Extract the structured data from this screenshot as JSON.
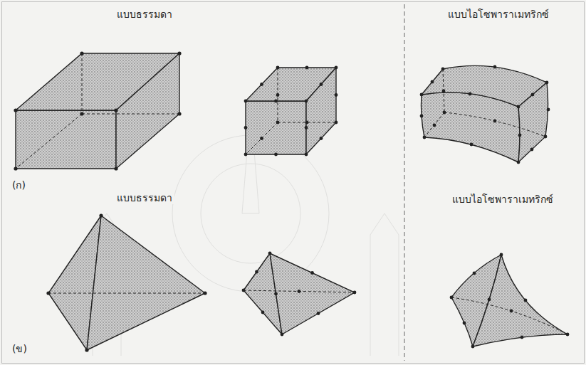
{
  "diagram": {
    "labels": [
      "แบบธรรมดา",
      "แบบไอโซพาราเมทริกซ์",
      "(ก)",
      "แบบธรรมดา",
      "แบบไอโซพาราเมทริกซ์",
      "(ข)"
    ]
  }
}
